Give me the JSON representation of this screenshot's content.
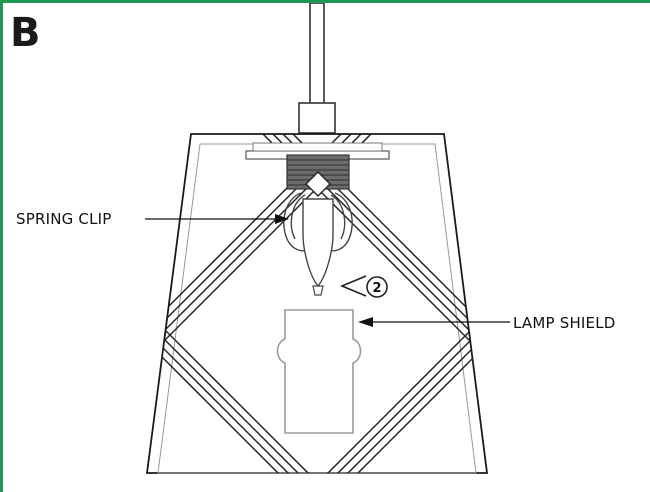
{
  "panel": {
    "step_letter": "B",
    "accent_color": "#1f9a55",
    "callouts": {
      "spring_clip": "SPRING CLIP",
      "lamp_shield": "LAMP SHIELD"
    },
    "direction_marker": {
      "number": "2",
      "icon": "left-arrow-icon"
    }
  }
}
